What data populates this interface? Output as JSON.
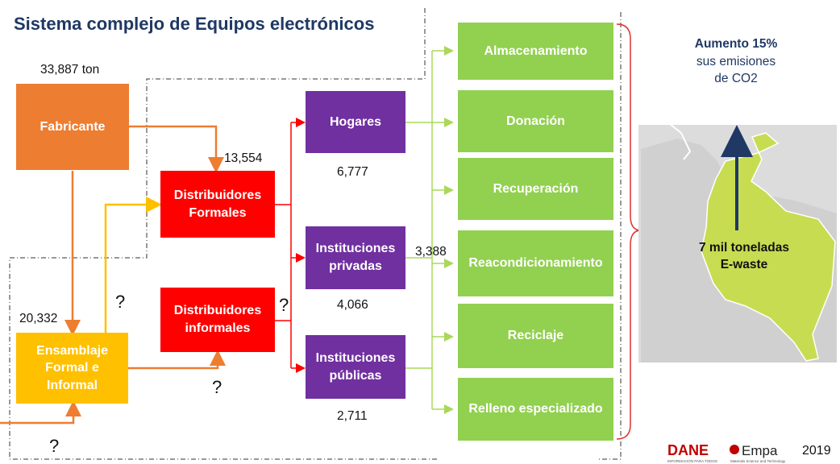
{
  "title": "Sistema complejo de Equipos electrónicos",
  "colors": {
    "title": "#1f3864",
    "orange": "#ed7d31",
    "red": "#ff0000",
    "purple": "#7030a0",
    "green": "#92d050",
    "yellow": "#ffc000",
    "arrow_green": "#a9d85a",
    "map_fill": "#c8dc52",
    "map_bg": "#dcdcdc",
    "dark_blue": "#1f3864"
  },
  "nodes": {
    "fabricante": "Fabricante",
    "ensamblaje": "Ensamblaje Formal e Informal",
    "dist_formales": "Distribuidores Formales",
    "dist_informales": "Distribuidores informales",
    "hogares": "Hogares",
    "inst_privadas": "Instituciones privadas",
    "inst_publicas": "Instituciones públicas"
  },
  "destinations": [
    "Almacenamiento",
    "Donación",
    "Recuperación",
    "Reacondicionamiento",
    "Reciclaje",
    "Relleno especializado"
  ],
  "values": {
    "fabricante_ton": "33,887 ton",
    "dist_formales": "13,554",
    "ensamblaje": "20,332",
    "hogares": "6,777",
    "inst_privadas": "4,066",
    "inst_publicas": "2,711",
    "flow_privadas": "3,388",
    "unknown": "?"
  },
  "summary": {
    "line1": "Aumento 15%",
    "line2": "sus emisiones",
    "line3": "de CO2",
    "map_line1": "7 mil toneladas",
    "map_line2": "E-waste"
  },
  "footer": {
    "dane": "DANE",
    "dane_sub": "INFORMACIÓN PARA TODOS",
    "empa": "Empa",
    "empa_sub": "Materials Science and Technology",
    "year": "2019"
  }
}
